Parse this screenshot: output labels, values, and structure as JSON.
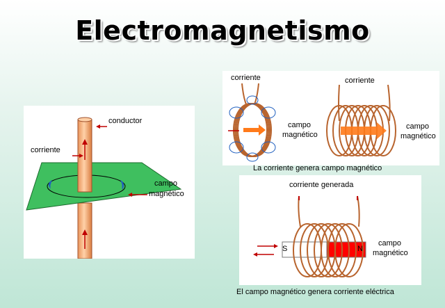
{
  "title": "Electromagnetismo",
  "panel1": {
    "conductor": "conductor",
    "corriente": "corriente",
    "campo_line1": "campo",
    "campo_line2": "magnético"
  },
  "panel2": {
    "corriente_left": "corriente",
    "corriente_right": "corriente",
    "campo_left_line1": "campo",
    "campo_left_line2": "magnético",
    "campo_right_line1": "campo",
    "campo_right_line2": "magnético",
    "caption": "La corriente genera campo magnético"
  },
  "panel3": {
    "corriente_generada": "corriente generada",
    "pole_s": "S",
    "pole_n": "N",
    "campo_line1": "campo",
    "campo_line2": "magnético",
    "caption": "El campo magnético genera corriente eléctrica"
  },
  "colors": {
    "plane": "#3fbf5f",
    "rod": "#f0a870",
    "coil": "#b8642e",
    "arrow": "#c00000",
    "field": "#1f5fbf",
    "magnet_n": "#ff0000"
  }
}
